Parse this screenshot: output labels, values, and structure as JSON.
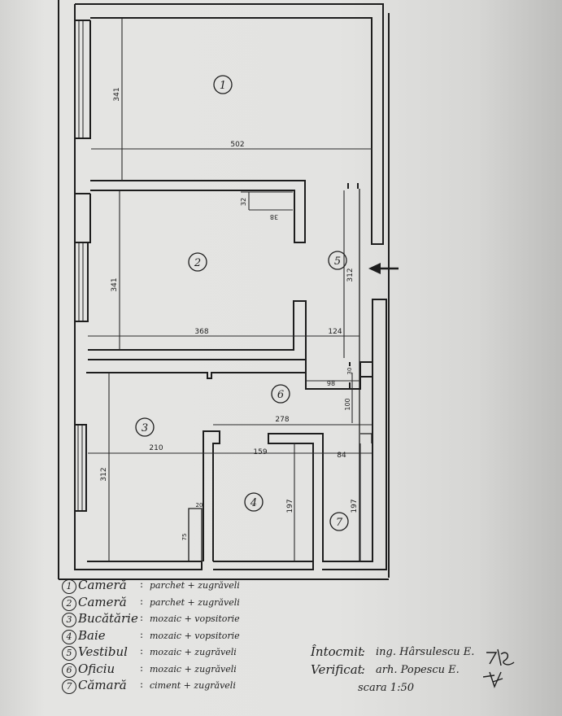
{
  "plan": {
    "rooms": [
      {
        "id": "1"
      },
      {
        "id": "2"
      },
      {
        "id": "3"
      },
      {
        "id": "4"
      },
      {
        "id": "5"
      },
      {
        "id": "6"
      },
      {
        "id": "7"
      }
    ],
    "dimensions": {
      "room1_width": "502",
      "room1_height": "341",
      "room2_height": "341",
      "room2_width": "368",
      "vestibul_width": "124",
      "vestibul_height": "312",
      "niche_w": "32",
      "niche_h": "38",
      "oficiu_w": "98",
      "oficiu_small": "30",
      "oficiu_h": "100",
      "span_278": "278",
      "kitchen_width": "210",
      "kitchen_height": "312",
      "bath_width": "159",
      "bath_height": "197",
      "camara_width": "84",
      "camara_height": "197",
      "step_w": "20",
      "step_h": "75"
    }
  },
  "legend": [
    {
      "num": "1",
      "name": "Cameră",
      "finish": "parchet + zugrăveli"
    },
    {
      "num": "2",
      "name": "Cameră",
      "finish": "parchet + zugrăveli"
    },
    {
      "num": "3",
      "name": "Bucătărie",
      "finish": "mozaic + vopsitorie"
    },
    {
      "num": "4",
      "name": "Baie",
      "finish": "mozaic + vopsitorie"
    },
    {
      "num": "5",
      "name": "Vestibul",
      "finish": "mozaic + zugrăveli"
    },
    {
      "num": "6",
      "name": "Oficiu",
      "finish": "mozaic + zugrăveli"
    },
    {
      "num": "7",
      "name": "Cămară",
      "finish": "ciment + zugrăveli"
    }
  ],
  "signatures": {
    "intocmit_label": "Întocmit",
    "intocmit_value": "ing. Hârsulescu E.",
    "verificat_label": "Verificat",
    "verificat_value": "arh. Popescu E.",
    "scale": "scara 1:50"
  }
}
